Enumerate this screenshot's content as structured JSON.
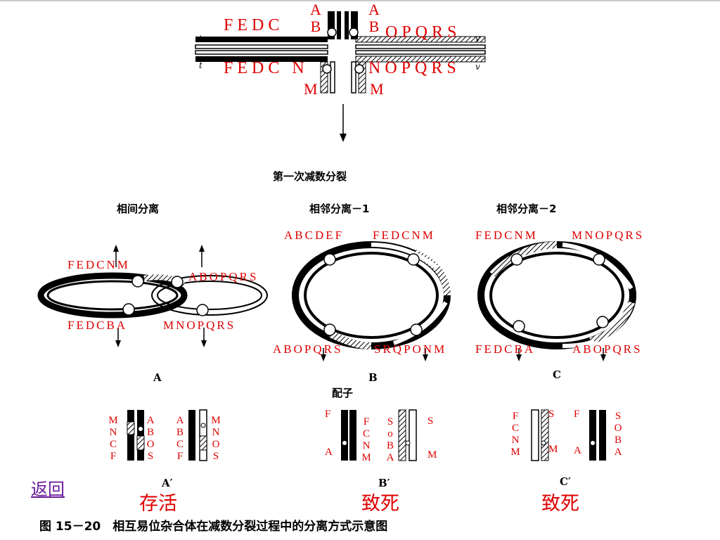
{
  "top": {
    "left_top": "FEDC",
    "left_bottom": "FEDC N",
    "col_a1": [
      "A",
      "B"
    ],
    "col_a2": [
      "A",
      "B"
    ],
    "right_top": "OPQRS",
    "right_bottom": "NOPQRS",
    "m1": "M",
    "m2": "M"
  },
  "meiosis_title": "第一次减数分裂",
  "headers": {
    "alt": "相间分离",
    "adj1": "相邻分离－1",
    "adj2": "相邻分离－2"
  },
  "panel_a": {
    "top_left": "FEDCNM",
    "top_right": "ABOPQRS",
    "bottom_left": "FEDCBA",
    "bottom_right": "MNOPQRS",
    "letter": "A"
  },
  "panel_b": {
    "top_left": "ABCDEF",
    "top_right": "FEDCNM",
    "bottom_left": "ABOPQRS",
    "bottom_right": "SRQPONM",
    "letter": "B"
  },
  "panel_c": {
    "top_left": "FEDCNM",
    "top_right": "MNOPQRS",
    "bottom_left": "FEDCBA",
    "bottom_right": "ABOPQRS",
    "letter": "C"
  },
  "gametes_label": "配子",
  "gametes": {
    "a": {
      "c1": [
        "M",
        "N",
        "C",
        "F"
      ],
      "c2": [
        "A",
        "B",
        "O",
        "S"
      ],
      "c3": [
        "A",
        "B",
        "C",
        "F"
      ],
      "c4": [
        "M",
        "N",
        "O",
        "S"
      ],
      "label": "A′"
    },
    "b": {
      "f1": "F",
      "a1": "A",
      "c2": [
        "F",
        "C",
        "N",
        "M"
      ],
      "c3": [
        "S",
        "o",
        "B",
        "A"
      ],
      "s4": "S",
      "m4": "M",
      "label": "B′"
    },
    "c": {
      "c1": [
        "F",
        "C",
        "N",
        "M"
      ],
      "s2": "S",
      "m2": "M",
      "f3": "F",
      "a3": "A",
      "c4": [
        "S",
        "O",
        "B",
        "A"
      ],
      "label": "C′"
    }
  },
  "verdicts": {
    "a": "存活",
    "b": "致死",
    "c": "致死"
  },
  "back_link": "返回",
  "caption": "图 15－20　相互易位杂合体在减数分裂过程中的分离方式示意图"
}
